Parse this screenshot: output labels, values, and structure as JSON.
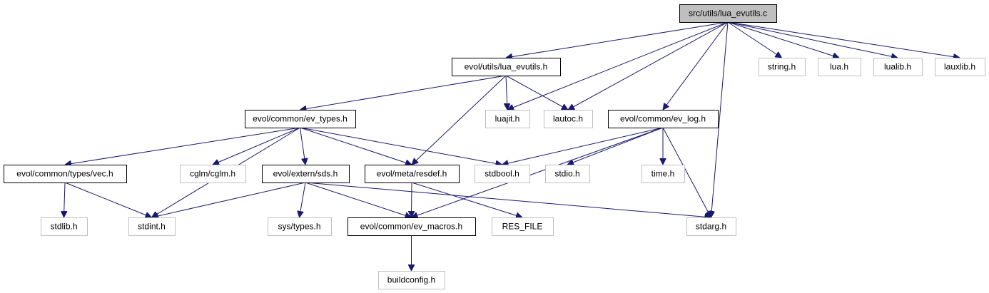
{
  "colors": {
    "edge": "#191970",
    "root_fill": "#bfbfbf",
    "root_border": "#000000",
    "doc_border": "#000000",
    "external_border": "#bfbfbf",
    "background": "#ffffff"
  },
  "nodes": [
    {
      "id": "root",
      "label": "src/utils/lua_evutils.c",
      "kind": "root"
    },
    {
      "id": "lua_evutils_h",
      "label": "evol/utils/lua_evutils.h",
      "kind": "doc"
    },
    {
      "id": "string_h",
      "label": "string.h",
      "kind": "external"
    },
    {
      "id": "lua_h",
      "label": "lua.h",
      "kind": "external"
    },
    {
      "id": "lualib_h",
      "label": "lualib.h",
      "kind": "external"
    },
    {
      "id": "lauxlib_h",
      "label": "lauxlib.h",
      "kind": "external"
    },
    {
      "id": "ev_types_h",
      "label": "evol/common/ev_types.h",
      "kind": "doc"
    },
    {
      "id": "luajit_h",
      "label": "luajit.h",
      "kind": "external"
    },
    {
      "id": "lautoc_h",
      "label": "lautoc.h",
      "kind": "external"
    },
    {
      "id": "ev_log_h",
      "label": "evol/common/ev_log.h",
      "kind": "doc"
    },
    {
      "id": "vec_h",
      "label": "evol/common/types/vec.h",
      "kind": "doc"
    },
    {
      "id": "cglm_h",
      "label": "cglm/cglm.h",
      "kind": "external"
    },
    {
      "id": "sds_h",
      "label": "evol/extern/sds.h",
      "kind": "doc"
    },
    {
      "id": "resdef_h",
      "label": "evol/meta/resdef.h",
      "kind": "doc"
    },
    {
      "id": "stdbool_h",
      "label": "stdbool.h",
      "kind": "external"
    },
    {
      "id": "stdio_h",
      "label": "stdio.h",
      "kind": "external"
    },
    {
      "id": "time_h",
      "label": "time.h",
      "kind": "external"
    },
    {
      "id": "stdlib_h",
      "label": "stdlib.h",
      "kind": "external"
    },
    {
      "id": "stdint_h",
      "label": "stdint.h",
      "kind": "external"
    },
    {
      "id": "sys_types_h",
      "label": "sys/types.h",
      "kind": "external"
    },
    {
      "id": "ev_macros_h",
      "label": "evol/common/ev_macros.h",
      "kind": "doc"
    },
    {
      "id": "res_file",
      "label": "RES_FILE",
      "kind": "external"
    },
    {
      "id": "stdarg_h",
      "label": "stdarg.h",
      "kind": "external"
    },
    {
      "id": "buildconfig_h",
      "label": "buildconfig.h",
      "kind": "external"
    }
  ],
  "edges": [
    {
      "from": "root",
      "to": "lua_evutils_h"
    },
    {
      "from": "root",
      "to": "string_h"
    },
    {
      "from": "root",
      "to": "lua_h"
    },
    {
      "from": "root",
      "to": "lualib_h"
    },
    {
      "from": "root",
      "to": "lauxlib_h"
    },
    {
      "from": "root",
      "to": "luajit_h"
    },
    {
      "from": "root",
      "to": "lautoc_h"
    },
    {
      "from": "root",
      "to": "ev_log_h"
    },
    {
      "from": "root",
      "to": "stdarg_h"
    },
    {
      "from": "lua_evutils_h",
      "to": "ev_types_h"
    },
    {
      "from": "lua_evutils_h",
      "to": "luajit_h"
    },
    {
      "from": "lua_evutils_h",
      "to": "lautoc_h"
    },
    {
      "from": "lua_evutils_h",
      "to": "resdef_h"
    },
    {
      "from": "ev_types_h",
      "to": "vec_h"
    },
    {
      "from": "ev_types_h",
      "to": "stdint_h"
    },
    {
      "from": "ev_types_h",
      "to": "cglm_h"
    },
    {
      "from": "ev_types_h",
      "to": "sds_h"
    },
    {
      "from": "ev_types_h",
      "to": "resdef_h"
    },
    {
      "from": "ev_types_h",
      "to": "stdbool_h"
    },
    {
      "from": "ev_log_h",
      "to": "stdbool_h"
    },
    {
      "from": "ev_log_h",
      "to": "stdio_h"
    },
    {
      "from": "ev_log_h",
      "to": "time_h"
    },
    {
      "from": "ev_log_h",
      "to": "stdarg_h"
    },
    {
      "from": "ev_log_h",
      "to": "ev_macros_h"
    },
    {
      "from": "vec_h",
      "to": "stdlib_h"
    },
    {
      "from": "vec_h",
      "to": "stdint_h"
    },
    {
      "from": "sds_h",
      "to": "stdint_h"
    },
    {
      "from": "sds_h",
      "to": "sys_types_h"
    },
    {
      "from": "sds_h",
      "to": "ev_macros_h"
    },
    {
      "from": "sds_h",
      "to": "stdarg_h"
    },
    {
      "from": "resdef_h",
      "to": "ev_macros_h"
    },
    {
      "from": "resdef_h",
      "to": "res_file"
    },
    {
      "from": "ev_macros_h",
      "to": "buildconfig_h"
    }
  ]
}
